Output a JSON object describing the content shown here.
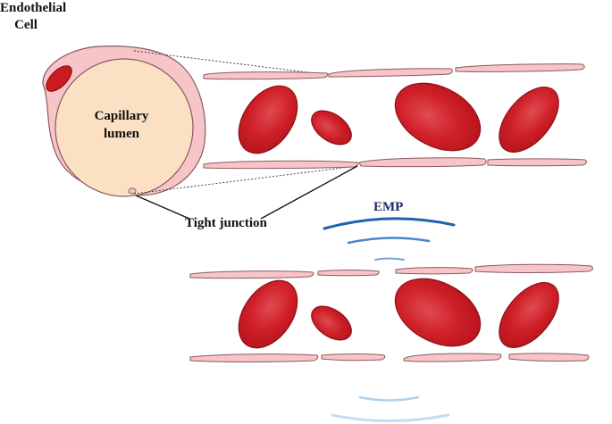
{
  "labels": {
    "endothelial_cell_line1": "Endothelial",
    "endothelial_cell_line2": "Cell",
    "capillary_lumen_line1": "Capillary",
    "capillary_lumen_line2": "lumen",
    "tight_junction": "Tight junction",
    "emp": "EMP"
  },
  "colors": {
    "cell_pink": "#f7c5c8",
    "cell_outline": "#8a5a5e",
    "lumen_fill": "#fbe0c4",
    "rbc_red": "#d4202a",
    "rbc_dark": "#8f0f16",
    "emp_wave": "#1e63b0"
  }
}
